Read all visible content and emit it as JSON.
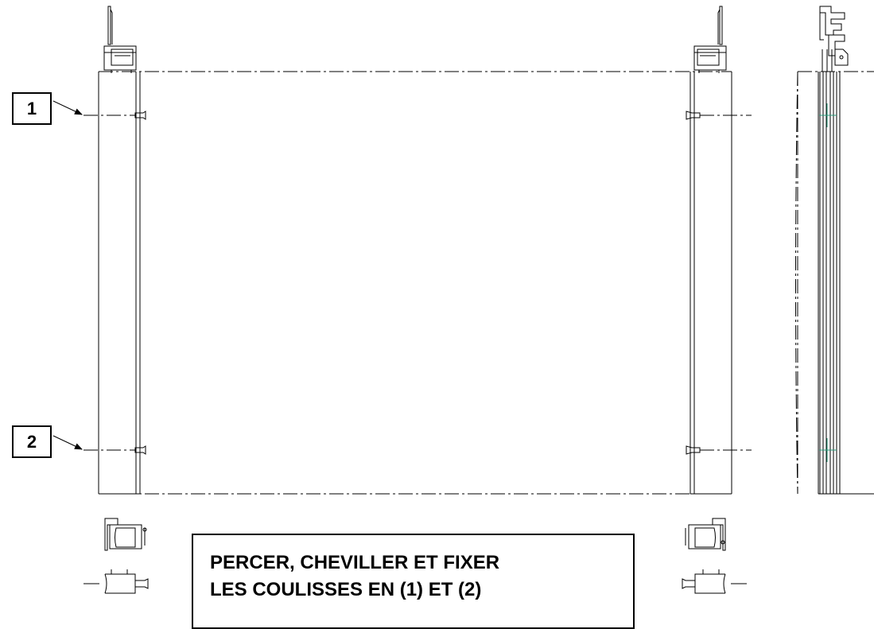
{
  "callouts": [
    {
      "label": "1"
    },
    {
      "label": "2"
    }
  ],
  "instruction": {
    "line1": "PERCER, CHEVILLER ET FIXER",
    "line2": "LES COULISSES EN (1) ET (2)"
  },
  "colors": {
    "line": "#000000",
    "background": "#ffffff",
    "marker": "#2a9a7a"
  }
}
